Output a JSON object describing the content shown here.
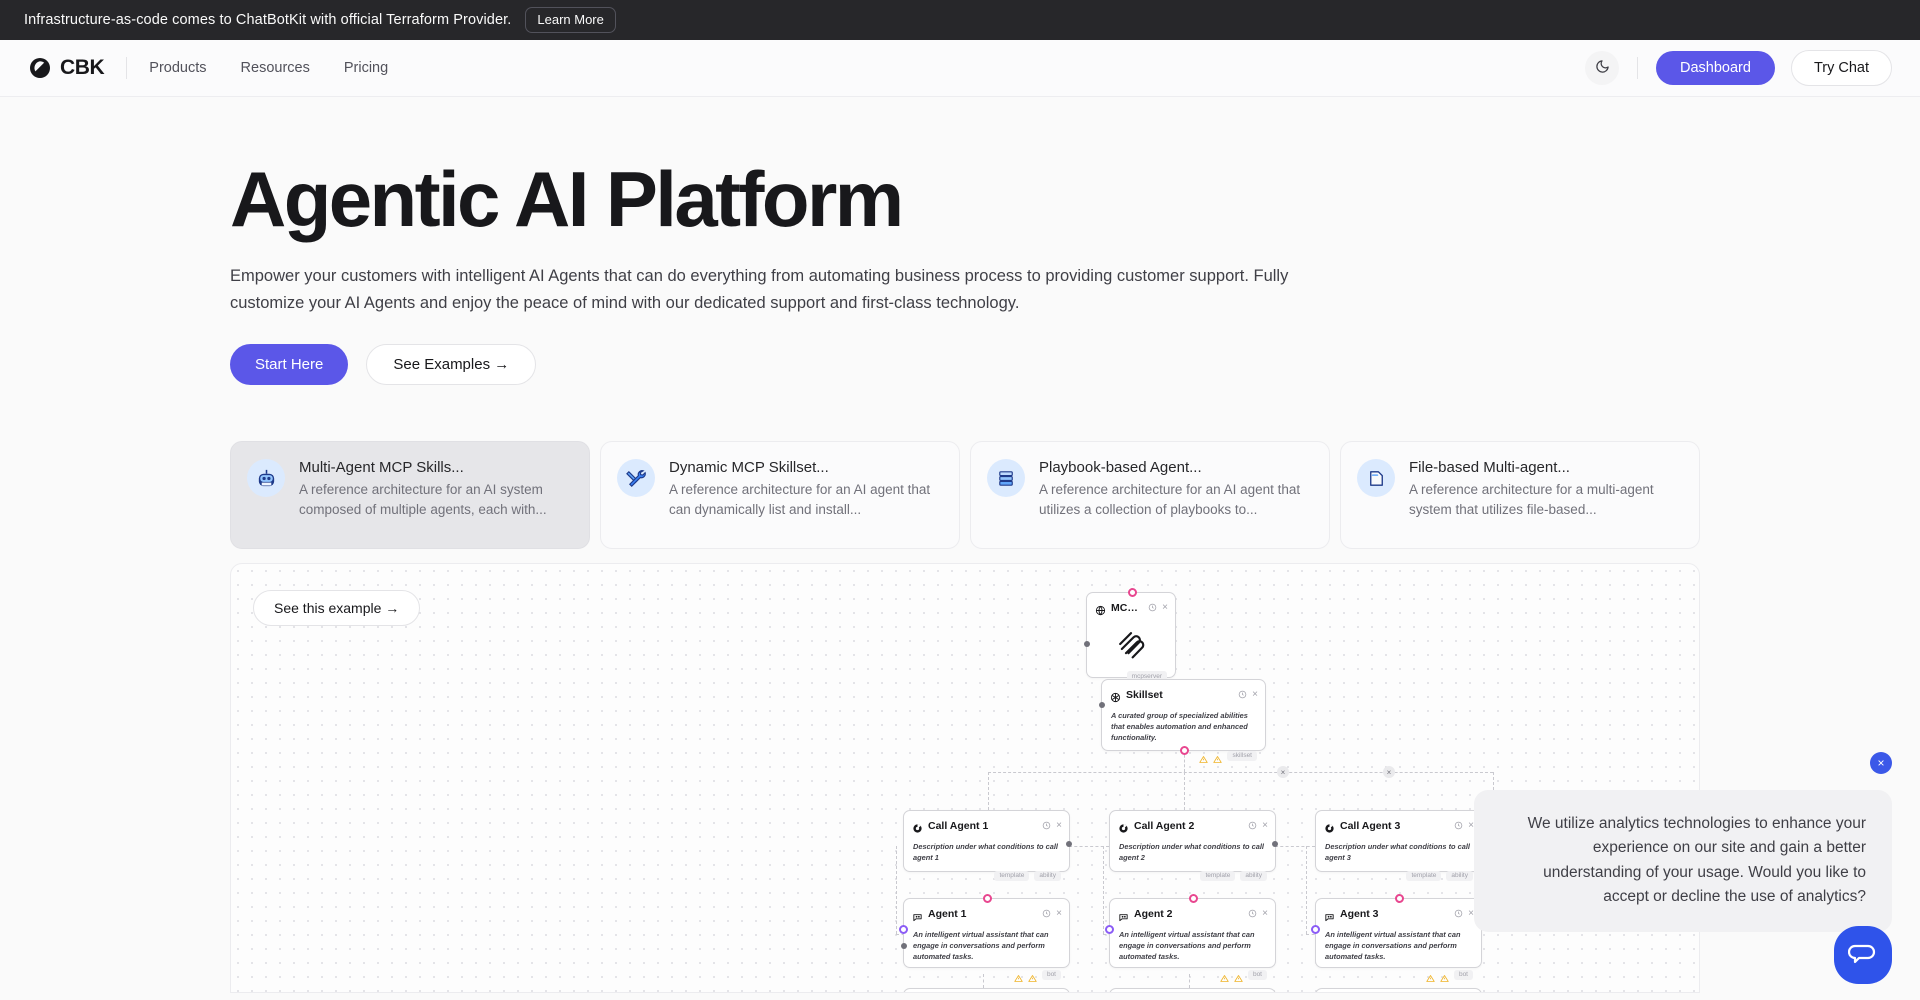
{
  "announcement": {
    "text": "Infrastructure-as-code comes to ChatBotKit with official Terraform Provider.",
    "button": "Learn More"
  },
  "nav": {
    "brand": "CBK",
    "brand_icon": "cbk-logo-icon",
    "links": [
      {
        "label": "Products"
      },
      {
        "label": "Resources"
      },
      {
        "label": "Pricing"
      }
    ],
    "theme_toggle_icon": "moon-icon",
    "dashboard": "Dashboard",
    "try_chat": "Try Chat",
    "accent": "#5b57e8"
  },
  "hero": {
    "title": "Agentic AI Platform",
    "subtitle": "Empower your customers with intelligent AI Agents that can do everything from automating business process to providing customer support. Fully customize your AI Agents and enjoy the peace of mind with our dedicated support and first-class technology.",
    "primary_cta": "Start Here",
    "secondary_cta": "See Examples  →"
  },
  "examples": {
    "cards": [
      {
        "title": "Multi-Agent MCP Skills...",
        "desc": "A reference architecture for an AI system composed of multiple agents, each with...",
        "icon": "robot-icon",
        "active": true
      },
      {
        "title": "Dynamic MCP Skillset...",
        "desc": "A reference architecture for an AI agent that can dynamically list and install...",
        "icon": "tools-icon",
        "active": false
      },
      {
        "title": "Playbook-based Agent...",
        "desc": "A reference architecture for an AI agent that utilizes a collection of playbooks to...",
        "icon": "books-icon",
        "active": false
      },
      {
        "title": "File-based Multi-agent...",
        "desc": "A reference architecture for a multi-agent system that utilizes file-based...",
        "icon": "file-icon",
        "active": false
      }
    ]
  },
  "canvas": {
    "see_example": "See this example  →",
    "nodes": {
      "mcp": {
        "title": "MCP S...",
        "badge": "mcpserver",
        "icon": "mcp-icon"
      },
      "skillset": {
        "title": "Skillset",
        "desc": "A curated group of specialized abilities that enables automation and enhanced functionality.",
        "badge": "skillset",
        "icon": "skillset-icon"
      },
      "call_agents": [
        {
          "title": "Call Agent 1",
          "desc": "Description under what conditions to call agent 1",
          "chips": [
            "template",
            "ability"
          ]
        },
        {
          "title": "Call Agent 2",
          "desc": "Description under what conditions to call agent 2",
          "chips": [
            "template",
            "ability"
          ]
        },
        {
          "title": "Call Agent 3",
          "desc": "Description under what conditions to call agent 3",
          "chips": [
            "template",
            "ability"
          ]
        }
      ],
      "agents": [
        {
          "title": "Agent 1",
          "desc": "An intelligent virtual assistant that can engage in conversations and perform automated tasks.",
          "badge": "bot"
        },
        {
          "title": "Agent 2",
          "desc": "An intelligent virtual assistant that can engage in conversations and perform automated tasks.",
          "badge": "bot"
        },
        {
          "title": "Agent 3",
          "desc": "An intelligent virtual assistant that can engage in conversations and perform automated tasks.",
          "badge": "bot"
        }
      ]
    },
    "edge_delete_label": "×"
  },
  "consent": {
    "text": "We utilize analytics technologies to enhance your experience on our site and gain a better understanding of your usage. Would you like to accept or decline the use of analytics?",
    "close_label": "×",
    "close_icon": "close-icon"
  },
  "chat_widget": {
    "icon": "chat-bubble-icon",
    "color": "#2f53ea"
  }
}
